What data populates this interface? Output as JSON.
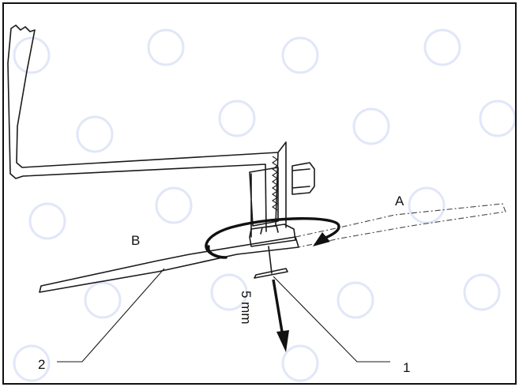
{
  "diagram": {
    "labels": {
      "position_a": "A",
      "position_b": "B",
      "part_1": "1",
      "part_2": "2",
      "measurement": "5 mm"
    }
  }
}
